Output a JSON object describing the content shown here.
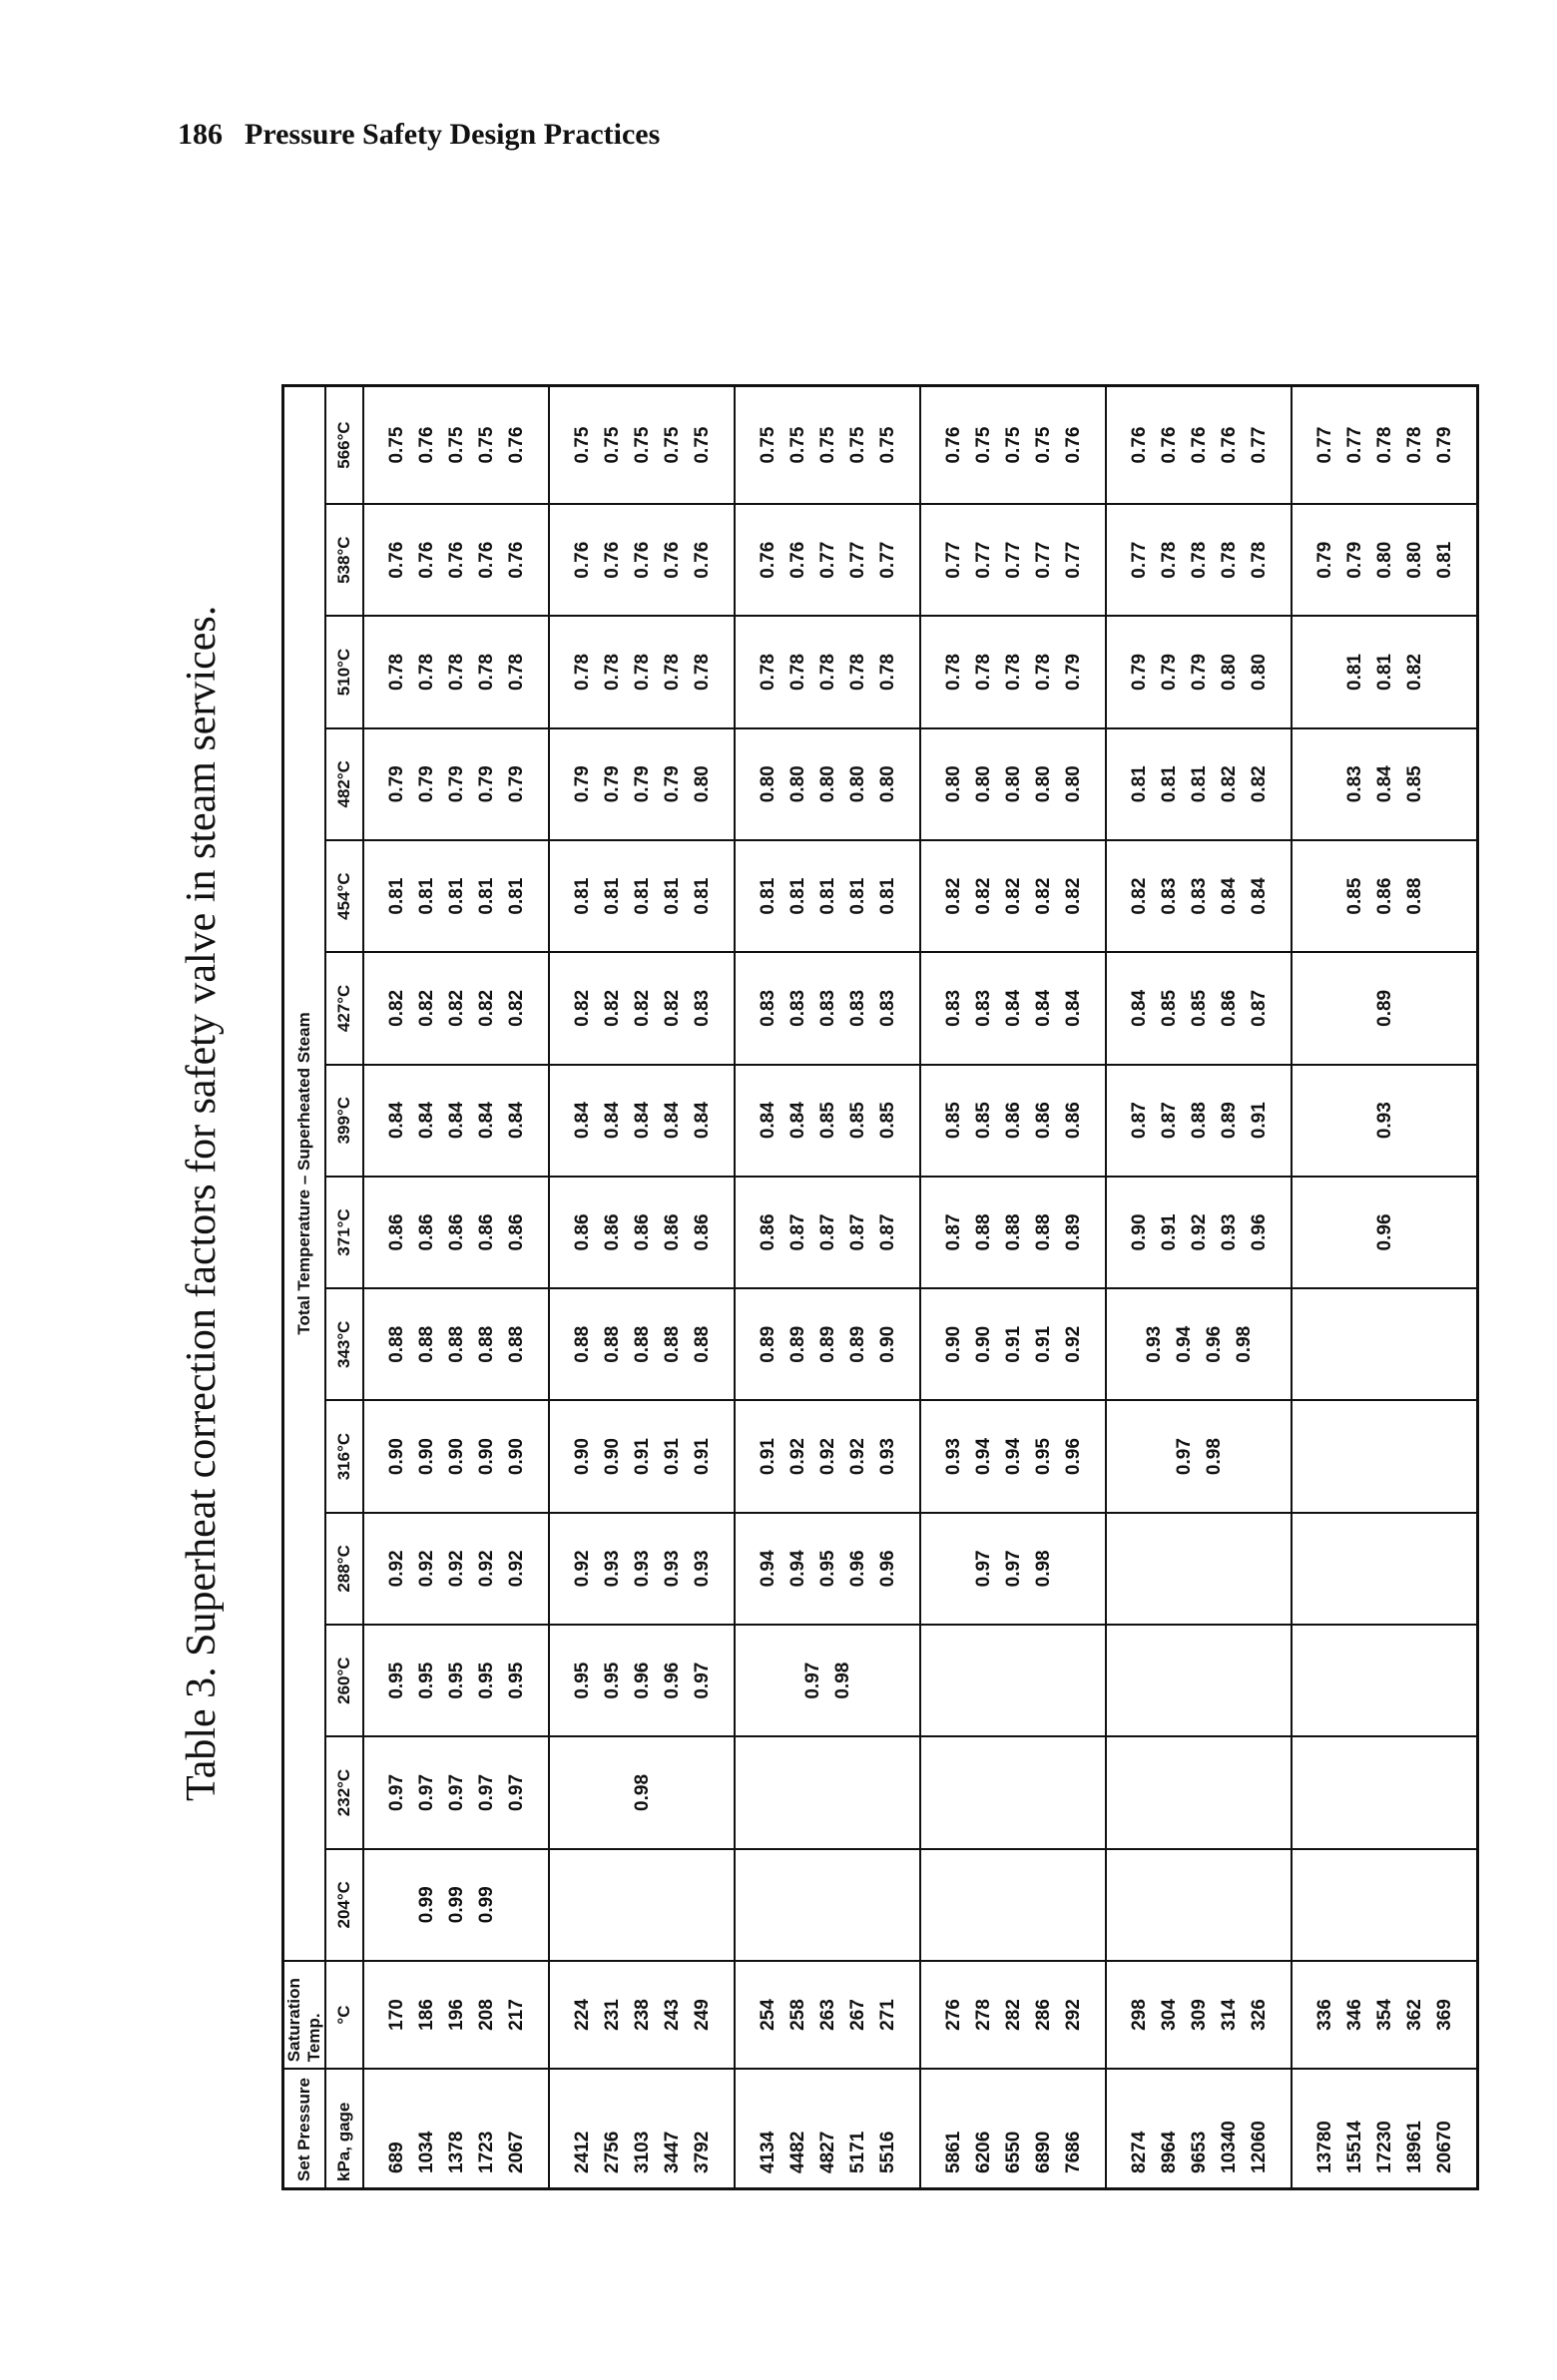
{
  "header": {
    "page_number": "186",
    "running_title": "Pressure Safety Design Practices"
  },
  "caption": "Table 3. Superheat correction factors for safety valve in steam services.",
  "table": {
    "group_headers": {
      "set_pressure": "Set Pressure",
      "saturation_temp": "Saturation Temp.",
      "superheated": "Total Temperature – Superheated Steam"
    },
    "unit_headers": {
      "pressure": "kPa, gage",
      "sat_temp": "°C"
    },
    "temp_columns": [
      "204°C",
      "232°C",
      "260°C",
      "288°C",
      "316°C",
      "343°C",
      "371°C",
      "399°C",
      "427°C",
      "454°C",
      "482°C",
      "510°C",
      "538°C",
      "566°C"
    ],
    "groups": [
      {
        "pressure": "689\n1034\n1378\n1723\n2067",
        "sat_temp": "170\n186\n196\n208\n217",
        "factors": [
          "0.99\n0.99\n0.99",
          "0.97\n0.97\n0.97\n0.97\n0.97",
          "0.95\n0.95\n0.95\n0.95\n0.95",
          "0.92\n0.92\n0.92\n0.92\n0.92",
          "0.90\n0.90\n0.90\n0.90\n0.90",
          "0.88\n0.88\n0.88\n0.88\n0.88",
          "0.86\n0.86\n0.86\n0.86\n0.86",
          "0.84\n0.84\n0.84\n0.84\n0.84",
          "0.82\n0.82\n0.82\n0.82\n0.82",
          "0.81\n0.81\n0.81\n0.81\n0.81",
          "0.79\n0.79\n0.79\n0.79\n0.79",
          "0.78\n0.78\n0.78\n0.78\n0.78",
          "0.76\n0.76\n0.76\n0.76\n0.76",
          "0.75\n0.76\n0.75\n0.75\n0.76"
        ]
      },
      {
        "pressure": "2412\n2756\n3103\n3447\n3792",
        "sat_temp": "224\n231\n238\n243\n249",
        "factors": [
          "",
          "0.98",
          "0.95\n0.95\n0.96\n0.96\n0.97",
          "0.92\n0.93\n0.93\n0.93\n0.93",
          "0.90\n0.90\n0.91\n0.91\n0.91",
          "0.88\n0.88\n0.88\n0.88\n0.88",
          "0.86\n0.86\n0.86\n0.86\n0.86",
          "0.84\n0.84\n0.84\n0.84\n0.84",
          "0.82\n0.82\n0.82\n0.82\n0.83",
          "0.81\n0.81\n0.81\n0.81\n0.81",
          "0.79\n0.79\n0.79\n0.79\n0.80",
          "0.78\n0.78\n0.78\n0.78\n0.78",
          "0.76\n0.76\n0.76\n0.76\n0.76",
          "0.75\n0.75\n0.75\n0.75\n0.75"
        ]
      },
      {
        "pressure": "4134\n4482\n4827\n5171\n5516",
        "sat_temp": "254\n258\n263\n267\n271",
        "factors": [
          "",
          "",
          "0.97\n0.98",
          "0.94\n0.94\n0.95\n0.96\n0.96",
          "0.91\n0.92\n0.92\n0.92\n0.93",
          "0.89\n0.89\n0.89\n0.89\n0.90",
          "0.86\n0.87\n0.87\n0.87\n0.87",
          "0.84\n0.84\n0.85\n0.85\n0.85",
          "0.83\n0.83\n0.83\n0.83\n0.83",
          "0.81\n0.81\n0.81\n0.81\n0.81",
          "0.80\n0.80\n0.80\n0.80\n0.80",
          "0.78\n0.78\n0.78\n0.78\n0.78",
          "0.76\n0.76\n0.77\n0.77\n0.77",
          "0.75\n0.75\n0.75\n0.75\n0.75"
        ]
      },
      {
        "pressure": "5861\n6206\n6550\n6890\n7686",
        "sat_temp": "276\n278\n282\n286\n292",
        "factors": [
          "",
          "",
          "",
          "0.97\n0.97\n0.98",
          "0.93\n0.94\n0.94\n0.95\n0.96",
          "0.90\n0.90\n0.91\n0.91\n0.92",
          "0.87\n0.88\n0.88\n0.88\n0.89",
          "0.85\n0.85\n0.86\n0.86\n0.86",
          "0.83\n0.83\n0.84\n0.84\n0.84",
          "0.82\n0.82\n0.82\n0.82\n0.82",
          "0.80\n0.80\n0.80\n0.80\n0.80",
          "0.78\n0.78\n0.78\n0.78\n0.79",
          "0.77\n0.77\n0.77\n0.77\n0.77",
          "0.76\n0.75\n0.75\n0.75\n0.76"
        ]
      },
      {
        "pressure": "8274\n8964\n9653\n10340\n12060",
        "sat_temp": "298\n304\n309\n314\n326",
        "factors": [
          "",
          "",
          "",
          "",
          "0.97\n0.98",
          "0.93\n0.94\n0.96\n0.98",
          "0.90\n0.91\n0.92\n0.93\n0.96",
          "0.87\n0.87\n0.88\n0.89\n0.91",
          "0.84\n0.85\n0.85\n0.86\n0.87",
          "0.82\n0.83\n0.83\n0.84\n0.84",
          "0.81\n0.81\n0.81\n0.82\n0.82",
          "0.79\n0.79\n0.79\n0.80\n0.80",
          "0.77\n0.78\n0.78\n0.78\n0.78",
          "0.76\n0.76\n0.76\n0.76\n0.77"
        ]
      },
      {
        "pressure": "13780\n15514\n17230\n18961\n20670",
        "sat_temp": "336\n346\n354\n362\n369",
        "factors": [
          "",
          "",
          "",
          "",
          "",
          "",
          "0.96",
          "0.93",
          "0.89",
          "0.85\n0.86\n0.88",
          "0.83\n0.84\n0.85",
          "0.81\n0.81\n0.82",
          "0.79\n0.79\n0.80\n0.80\n0.81",
          "0.77\n0.77\n0.78\n0.78\n0.79"
        ]
      }
    ]
  }
}
